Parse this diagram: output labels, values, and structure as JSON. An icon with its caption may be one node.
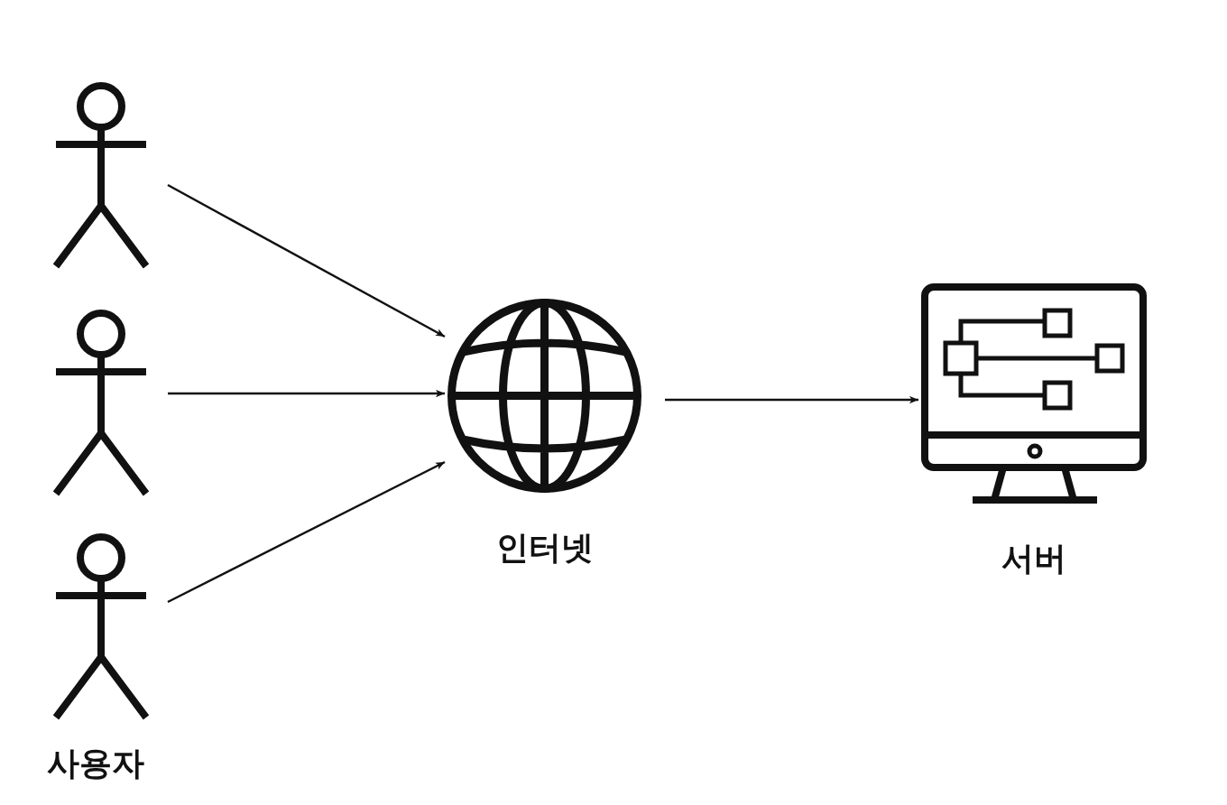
{
  "diagram": {
    "nodes": [
      {
        "text": [],
        "shape": "person"
      },
      {
        "text": [],
        "shape": "person"
      },
      {
        "text": [],
        "shape": "person"
      },
      {
        "text": [
          "인터넷"
        ]
      },
      {
        "text": [
          "서버"
        ]
      }
    ],
    "edges": [
      {
        "from": 0,
        "to": 3,
        "arrow": "to"
      },
      {
        "from": 1,
        "to": 3,
        "arrow": "to"
      },
      {
        "from": 2,
        "to": 3,
        "arrow": "to"
      },
      {
        "from": 3,
        "to": 4,
        "arrow": "to"
      }
    ],
    "labels": [
      "사용자"
    ]
  }
}
